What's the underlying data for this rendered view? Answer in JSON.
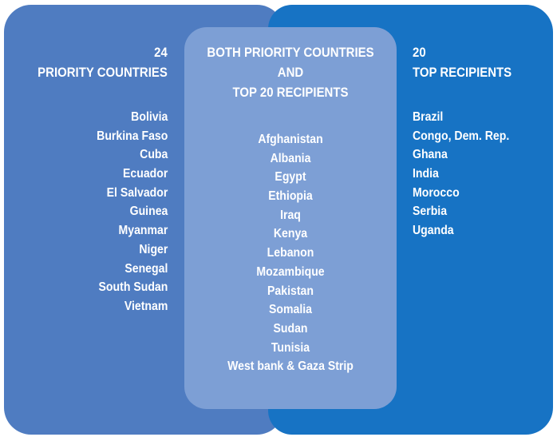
{
  "colors": {
    "left_panel": "#4f7cc1",
    "right_panel": "#1773c4",
    "center_panel": "#7d9fd5",
    "text": "#ffffff"
  },
  "left": {
    "count": "24",
    "title": "PRIORITY COUNTRIES",
    "countries": [
      "Bolivia",
      "Burkina Faso",
      "Cuba",
      "Ecuador",
      "El Salvador",
      "Guinea",
      "Myanmar",
      "Niger",
      "Senegal",
      "South Sudan",
      "Vietnam"
    ]
  },
  "center": {
    "title_line1": "BOTH PRIORITY COUNTRIES",
    "title_line2": "AND",
    "title_line3": "TOP 20 RECIPIENTS",
    "countries": [
      "Afghanistan",
      "Albania",
      "Egypt",
      "Ethiopia",
      "Iraq",
      "Kenya",
      "Lebanon",
      "Mozambique",
      "Pakistan",
      "Somalia",
      "Sudan",
      "Tunisia",
      "West bank & Gaza Strip"
    ]
  },
  "right": {
    "count": "20",
    "title": "TOP RECIPIENTS",
    "countries": [
      "Brazil",
      "Congo, Dem. Rep.",
      "Ghana",
      "India",
      "Morocco",
      "Serbia",
      "Uganda"
    ]
  }
}
